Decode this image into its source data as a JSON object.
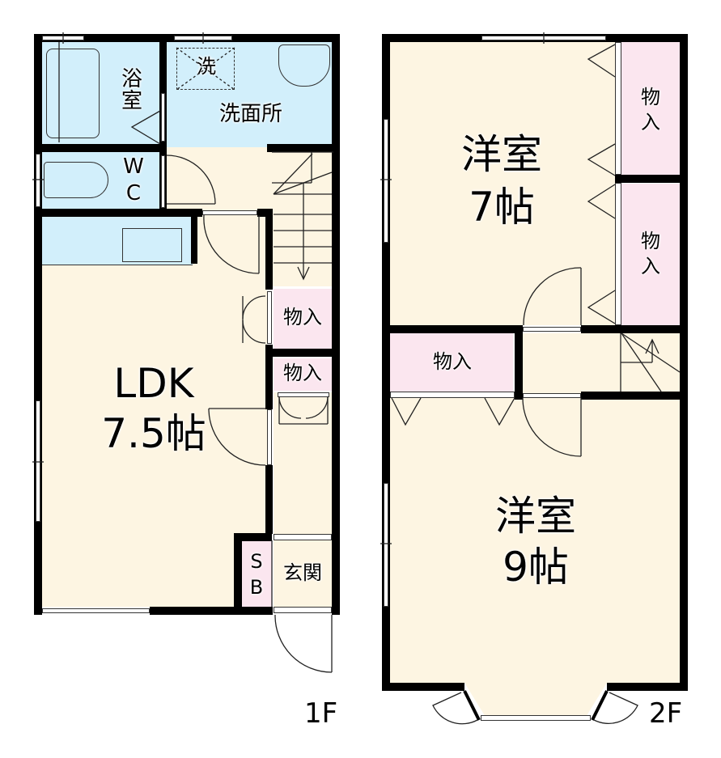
{
  "colors": {
    "floor": "#fdf5e2",
    "wet_area": "#d2effb",
    "storage": "#fbe6ef",
    "wall": "#000000"
  },
  "floor_1": {
    "label": "1F",
    "rooms": {
      "bath": "浴\n室",
      "washroom": "洗面所",
      "washer": "洗",
      "wc": "W\nC",
      "ldk_name": "LDK",
      "ldk_size": "7.5帖",
      "closet_1": "物入",
      "closet_2": "物入",
      "shoebox": "S\nB",
      "entrance": "玄関"
    }
  },
  "floor_2": {
    "label": "2F",
    "rooms": {
      "western_7_name": "洋室",
      "western_7_size": "7帖",
      "closet_upper": "物\n入",
      "closet_lower": "物\n入",
      "closet_middle": "物入",
      "western_9_name": "洋室",
      "western_9_size": "9帖"
    }
  }
}
